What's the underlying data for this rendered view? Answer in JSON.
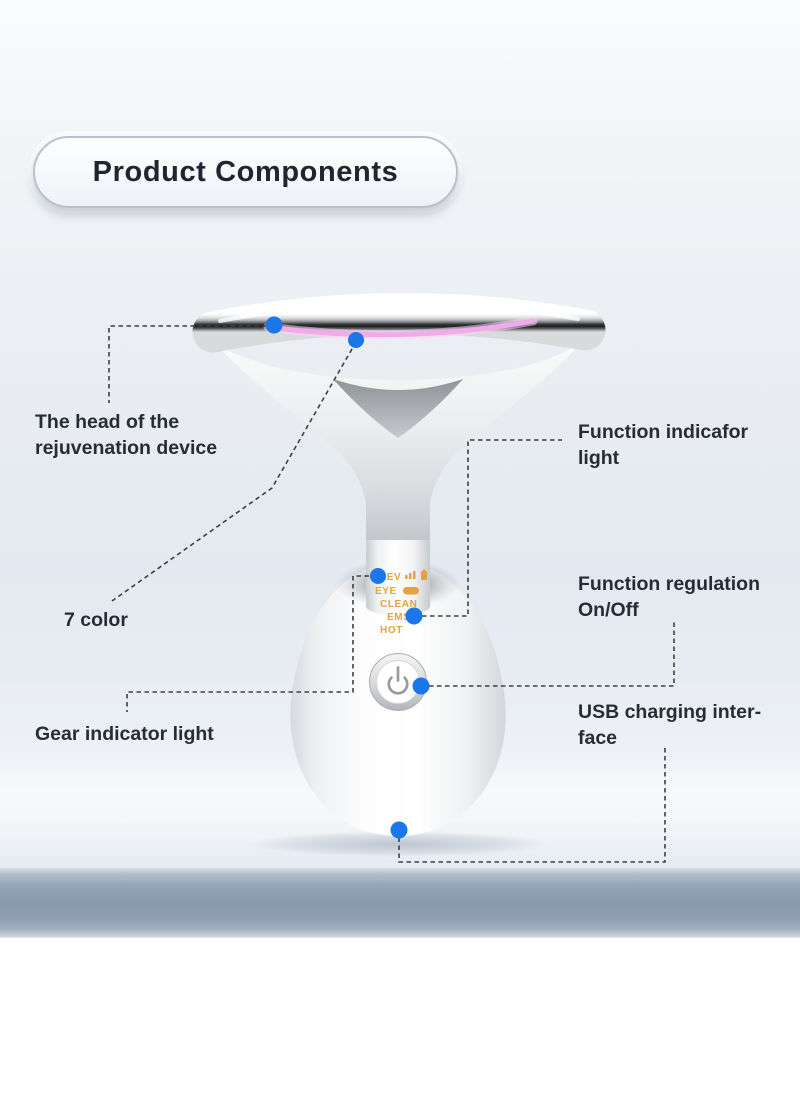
{
  "title": "Product Components",
  "callouts": {
    "head": {
      "lines": [
        "The head of the",
        "rejuvenation device"
      ]
    },
    "seven_color": {
      "lines": [
        "7 color"
      ]
    },
    "gear_light": {
      "lines": [
        "Gear indicator light"
      ]
    },
    "function_indicator": {
      "lines": [
        "Function indicafor",
        "light"
      ]
    },
    "function_regulation": {
      "lines": [
        "Function regulation",
        "On/Off"
      ]
    },
    "usb": {
      "lines": [
        "USB charging inter-",
        "face"
      ]
    }
  },
  "device": {
    "display_rows": [
      "LEV",
      "EYE",
      "CLEAN",
      "EMS",
      "HOT"
    ],
    "icons": [
      "signal-bars-icon",
      "battery-icon",
      "battery-pill-icon",
      "power-icon"
    ]
  },
  "colors": {
    "callout_dot": "#1b76e8",
    "connector_line": "#3b4046",
    "display_text": "#e6a23c",
    "led_strip": "#f2abe9",
    "label_text": "#272d36",
    "table_band": "#8c9cb0"
  }
}
